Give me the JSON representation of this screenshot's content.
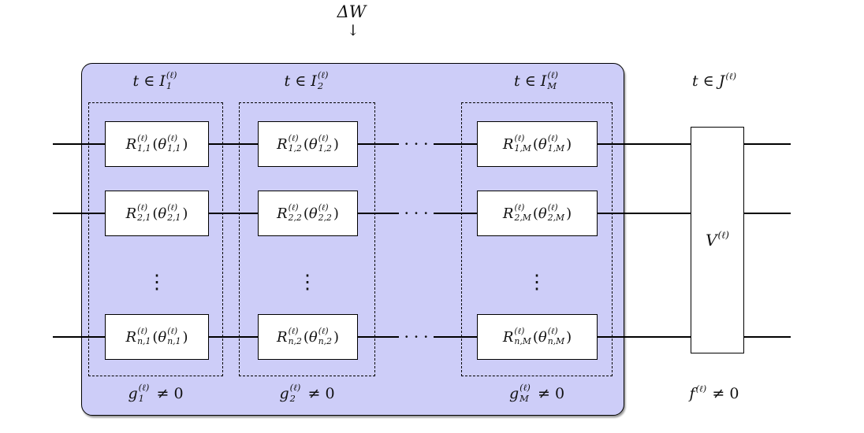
{
  "colors": {
    "panel_fill": "#cdcdf8",
    "border": "#000000",
    "gate_fill": "#ffffff"
  },
  "annotation": {
    "delta_label": "ΔW",
    "arrow_down": "↓"
  },
  "headers": [
    {
      "prefix": "t ∈ I",
      "sup": "(ℓ)",
      "sub": "1"
    },
    {
      "prefix": "t ∈ I",
      "sup": "(ℓ)",
      "sub": "2"
    },
    {
      "prefix": "t ∈ I",
      "sup": "(ℓ)",
      "sub": "M"
    }
  ],
  "header_j": {
    "prefix": "t ∈ J",
    "sup": "(ℓ)"
  },
  "gates": [
    {
      "R": "R",
      "theta": "θ",
      "sup": "(ℓ)",
      "sub": "1,1",
      "open": "(",
      "close": ")"
    },
    {
      "R": "R",
      "theta": "θ",
      "sup": "(ℓ)",
      "sub": "1,2",
      "open": "(",
      "close": ")"
    },
    {
      "R": "R",
      "theta": "θ",
      "sup": "(ℓ)",
      "sub": "1,M",
      "open": "(",
      "close": ")"
    },
    {
      "R": "R",
      "theta": "θ",
      "sup": "(ℓ)",
      "sub": "2,1",
      "open": "(",
      "close": ")"
    },
    {
      "R": "R",
      "theta": "θ",
      "sup": "(ℓ)",
      "sub": "2,2",
      "open": "(",
      "close": ")"
    },
    {
      "R": "R",
      "theta": "θ",
      "sup": "(ℓ)",
      "sub": "2,M",
      "open": "(",
      "close": ")"
    },
    {
      "R": "R",
      "theta": "θ",
      "sup": "(ℓ)",
      "sub": "n,1",
      "open": "(",
      "close": ")"
    },
    {
      "R": "R",
      "theta": "θ",
      "sup": "(ℓ)",
      "sub": "n,2",
      "open": "(",
      "close": ")"
    },
    {
      "R": "R",
      "theta": "θ",
      "sup": "(ℓ)",
      "sub": "n,M",
      "open": "(",
      "close": ")"
    }
  ],
  "v_gate": {
    "base": "V",
    "sup": "(ℓ)"
  },
  "bottom_labels": [
    {
      "base": "g",
      "sup": "(ℓ)",
      "sub": "1",
      "relation": "≠ 0"
    },
    {
      "base": "g",
      "sup": "(ℓ)",
      "sub": "2",
      "relation": "≠ 0"
    },
    {
      "base": "g",
      "sup": "(ℓ)",
      "sub": "M",
      "relation": "≠ 0"
    }
  ],
  "f_label": {
    "base": "f",
    "sup": "(ℓ)",
    "relation": "≠ 0"
  },
  "ellipsis": {
    "horizontal": "···",
    "vertical": "⋮"
  }
}
